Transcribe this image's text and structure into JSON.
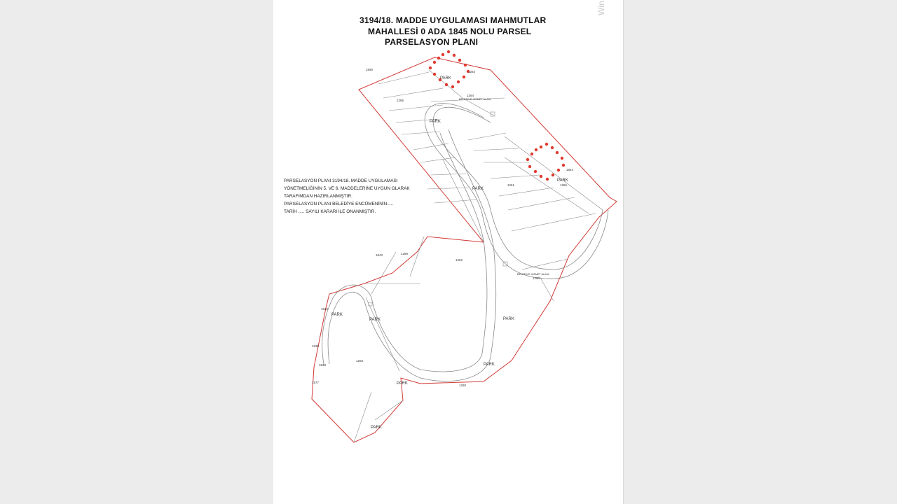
{
  "title": {
    "line1": "3194/18. MADDE UYGULAMASI MAHMUTLAR",
    "line2": "MAHALLESİ 0 ADA 1845 NOLU PARSEL",
    "line3": "PARSELASYON PLANI"
  },
  "watermark": "Win",
  "note": {
    "lines": [
      "PARSELASYON PLANI 3194/18. MADDE UYGULAMASI",
      "YÖNETMELİĞİNİN 5. VE 6. MADDELERİNE UYGUN OLARAK",
      "TARAFIMDAN HAZIRLANMIŞTIR.",
      " PARSELASYON PLANI BELEDİYE ENCÜMENİNİN.....",
      "TARİH  .....   SAYILI KARARI İLE ONANMIŞTIR."
    ]
  },
  "map_labels": {
    "park": "PARK",
    "parcel_1264": "1264",
    "parcel_1266": "1266",
    "parcel_1265": "1265",
    "parcel_1261": "1261",
    "parcel_1262": "1262",
    "parcel_1263": "1263",
    "parcel_1260": "1260",
    "parcel_1843": "1843",
    "parcel_1269": "1269",
    "parcel_1844": "1844",
    "parcel_1590": "1590",
    "parcel_1842": "1842",
    "parcel_1839": "1839",
    "parcel_1838": "1838",
    "parcel_1577": "1577",
    "belediye_1": "BELEDİYE HİZMET ALANI",
    "belediye_2": "BELEDİYE HİZMET ALANI"
  },
  "colors": {
    "boundary": "#d23a35",
    "marker": "#e03a2f",
    "line": "#8a8a8a"
  }
}
